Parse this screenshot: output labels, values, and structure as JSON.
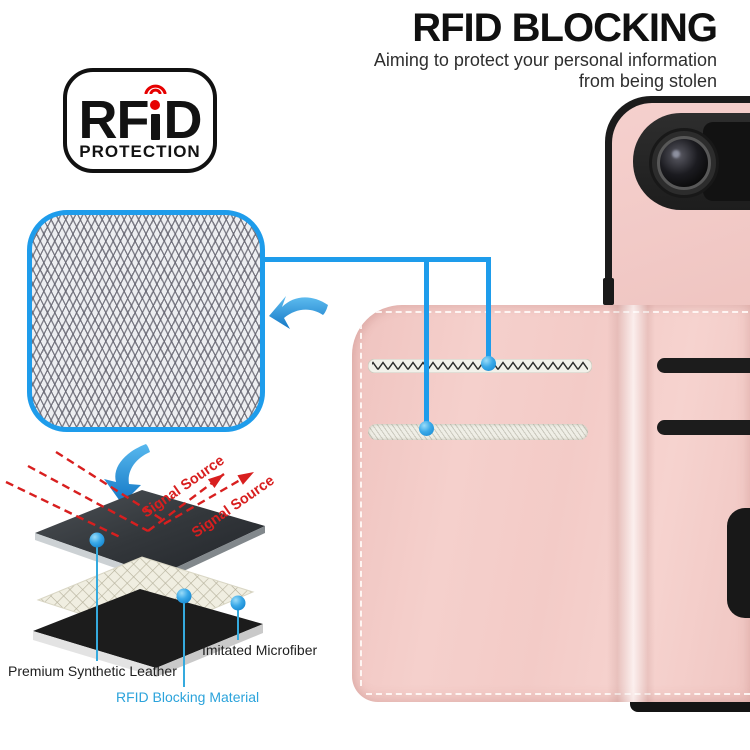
{
  "header": {
    "title": "RFID BLOCKING",
    "subtitle_line1": "Aiming to protect your personal information",
    "subtitle_line2": "from being stolen"
  },
  "badge": {
    "text": "RFiD",
    "left": "RF",
    "right": "D",
    "label": "PROTECTION"
  },
  "diagram": {
    "signal_source_1": "Signal Source",
    "signal_source_2": "Signal Source",
    "label_leather": "Premium Synthetic Leather",
    "label_microfiber": "Imitated Microfiber",
    "label_rfid_material": "RFID Blocking Material"
  },
  "icons": {
    "wifi_arcs": "wifi-signal-icon",
    "curved_left_arrow": "zoom-callout-arrow-icon",
    "curved_down_arrow": "layer-flow-arrow-icon",
    "signal_reflection_arrows": "red-dashed-signal-arrows-icon"
  },
  "colors": {
    "accent_blue": "#1e9ceb",
    "label_blue": "#2ba3db",
    "signal_red": "#d81f1f",
    "badge_red": "#e60000",
    "case_pink": "#f3cbc7",
    "slot_cream": "#efeee6"
  }
}
